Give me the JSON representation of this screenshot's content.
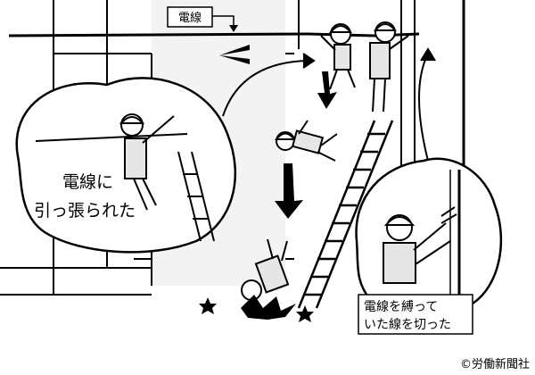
{
  "labels": {
    "wire": "電線",
    "pulled_line1": "電線に",
    "pulled_line2": "引っ張られた",
    "cut_line1": "電線を縛って",
    "cut_line2": "いた線を切った",
    "credit": "©労働新聞社"
  },
  "icons": {
    "motion_arrow": "arrow-icon",
    "impact_star": "star-icon",
    "wire_cutters": "pliers-icon"
  },
  "colors": {
    "ink": "#000000",
    "paper": "#ffffff",
    "shade": "#e6e6e6"
  }
}
